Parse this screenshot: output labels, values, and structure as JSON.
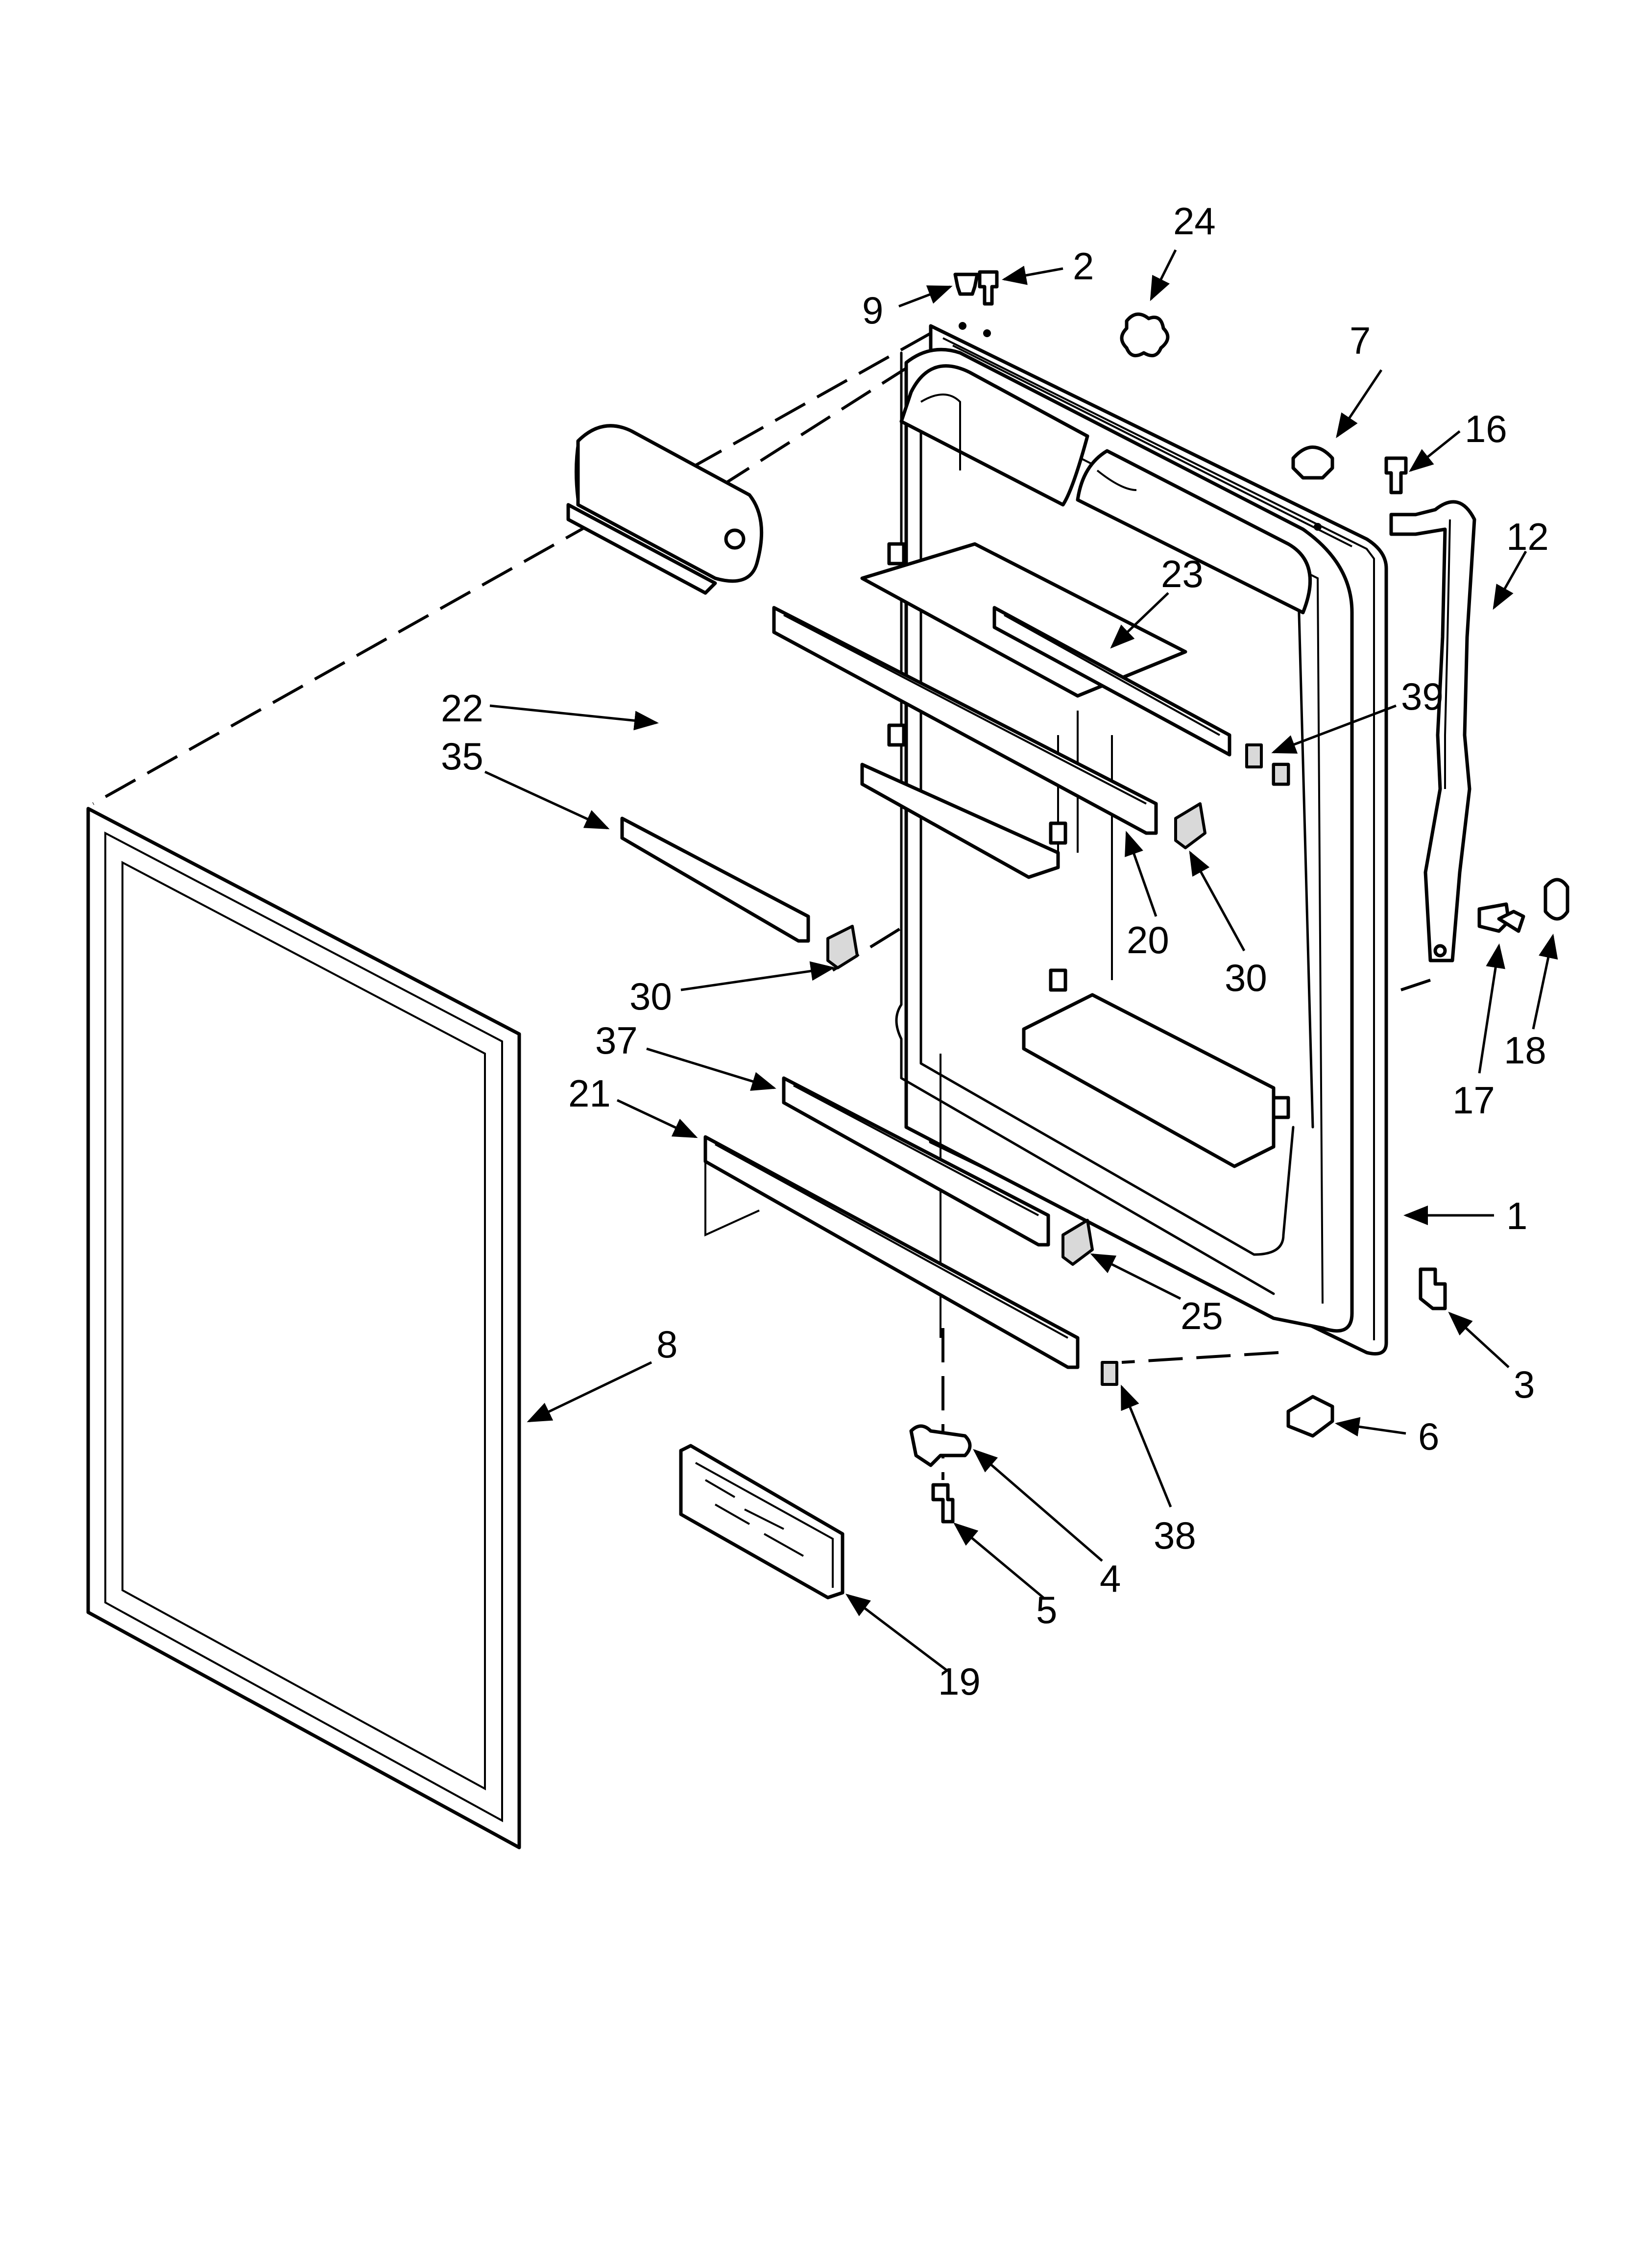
{
  "diagram": {
    "callouts": [
      {
        "id": "c24",
        "label": "24"
      },
      {
        "id": "c2",
        "label": "2"
      },
      {
        "id": "c9",
        "label": "9"
      },
      {
        "id": "c7",
        "label": "7"
      },
      {
        "id": "c16",
        "label": "16"
      },
      {
        "id": "c12",
        "label": "12"
      },
      {
        "id": "c23",
        "label": "23"
      },
      {
        "id": "c39",
        "label": "39"
      },
      {
        "id": "c22",
        "label": "22"
      },
      {
        "id": "c35",
        "label": "35"
      },
      {
        "id": "c20",
        "label": "20"
      },
      {
        "id": "c30a",
        "label": "30"
      },
      {
        "id": "c30b",
        "label": "30"
      },
      {
        "id": "c17",
        "label": "17"
      },
      {
        "id": "c18",
        "label": "18"
      },
      {
        "id": "c37",
        "label": "37"
      },
      {
        "id": "c21",
        "label": "21"
      },
      {
        "id": "c1",
        "label": "1"
      },
      {
        "id": "c25",
        "label": "25"
      },
      {
        "id": "c3",
        "label": "3"
      },
      {
        "id": "c8",
        "label": "8"
      },
      {
        "id": "c6",
        "label": "6"
      },
      {
        "id": "c38",
        "label": "38"
      },
      {
        "id": "c4",
        "label": "4"
      },
      {
        "id": "c5",
        "label": "5"
      },
      {
        "id": "c19",
        "label": "19"
      }
    ]
  }
}
